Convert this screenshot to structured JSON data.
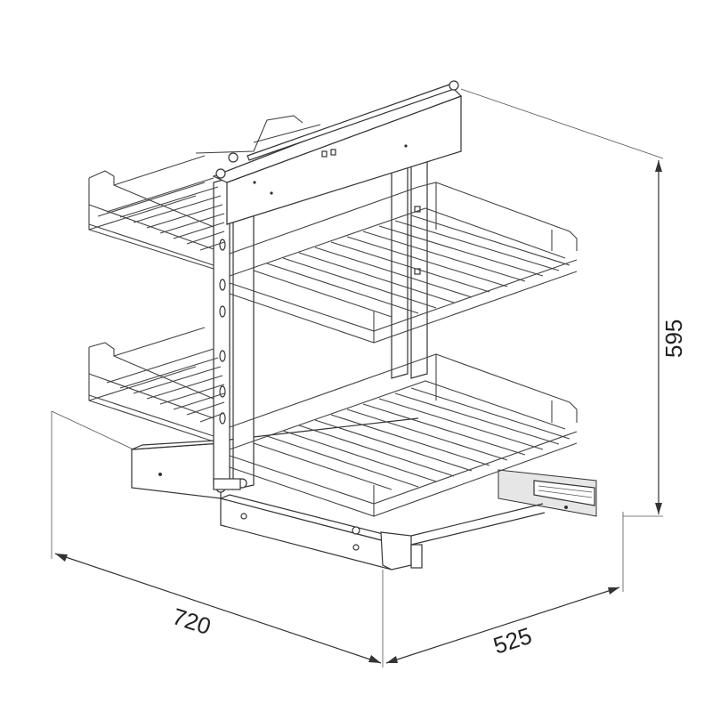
{
  "dimensions": {
    "width": "720",
    "depth": "525",
    "height": "595"
  },
  "colors": {
    "line": "#333333",
    "background": "#ffffff"
  }
}
